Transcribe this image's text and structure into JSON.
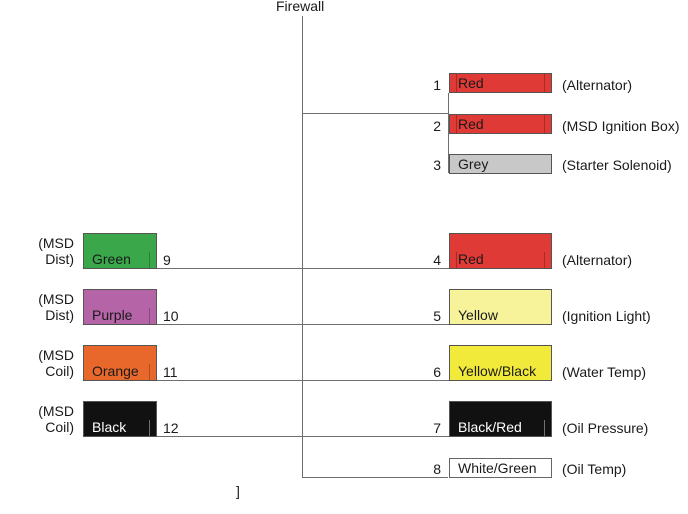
{
  "title": "Firewall",
  "colors": {
    "line": "#6e6e6e",
    "red": "#e03a36",
    "grey": "#c8c8c8",
    "green": "#3aa84a",
    "purple": "#b564a8",
    "orange": "#e8682c",
    "black": "#111111",
    "light_yellow": "#f6f39a",
    "yellow": "#f2ea3a",
    "white": "#ffffff"
  },
  "right_wires": [
    {
      "num": "1",
      "color_label": "Red",
      "desc": "(Alternator)"
    },
    {
      "num": "2",
      "color_label": "Red",
      "desc": "(MSD Ignition Box)"
    },
    {
      "num": "3",
      "color_label": "Grey",
      "desc": "(Starter Solenoid)"
    },
    {
      "num": "4",
      "color_label": "Red",
      "desc": "(Alternator)"
    },
    {
      "num": "5",
      "color_label": "Yellow",
      "desc": "(Ignition Light)"
    },
    {
      "num": "6",
      "color_label": "Yellow/Black",
      "desc": "(Water Temp)"
    },
    {
      "num": "7",
      "color_label": "Black/Red",
      "desc": "(Oil Pressure)"
    },
    {
      "num": "8",
      "color_label": "White/Green",
      "desc": "(Oil Temp)"
    }
  ],
  "left_wires": [
    {
      "num": "9",
      "color_label": "Green",
      "desc_line1": "(MSD",
      "desc_line2": "Dist)"
    },
    {
      "num": "10",
      "color_label": "Purple",
      "desc_line1": "(MSD",
      "desc_line2": "Dist)"
    },
    {
      "num": "11",
      "color_label": "Orange",
      "desc_line1": "(MSD",
      "desc_line2": "Coil)"
    },
    {
      "num": "12",
      "color_label": "Black",
      "desc_line1": "(MSD",
      "desc_line2": "Coil)"
    }
  ],
  "stray_mark": "]"
}
